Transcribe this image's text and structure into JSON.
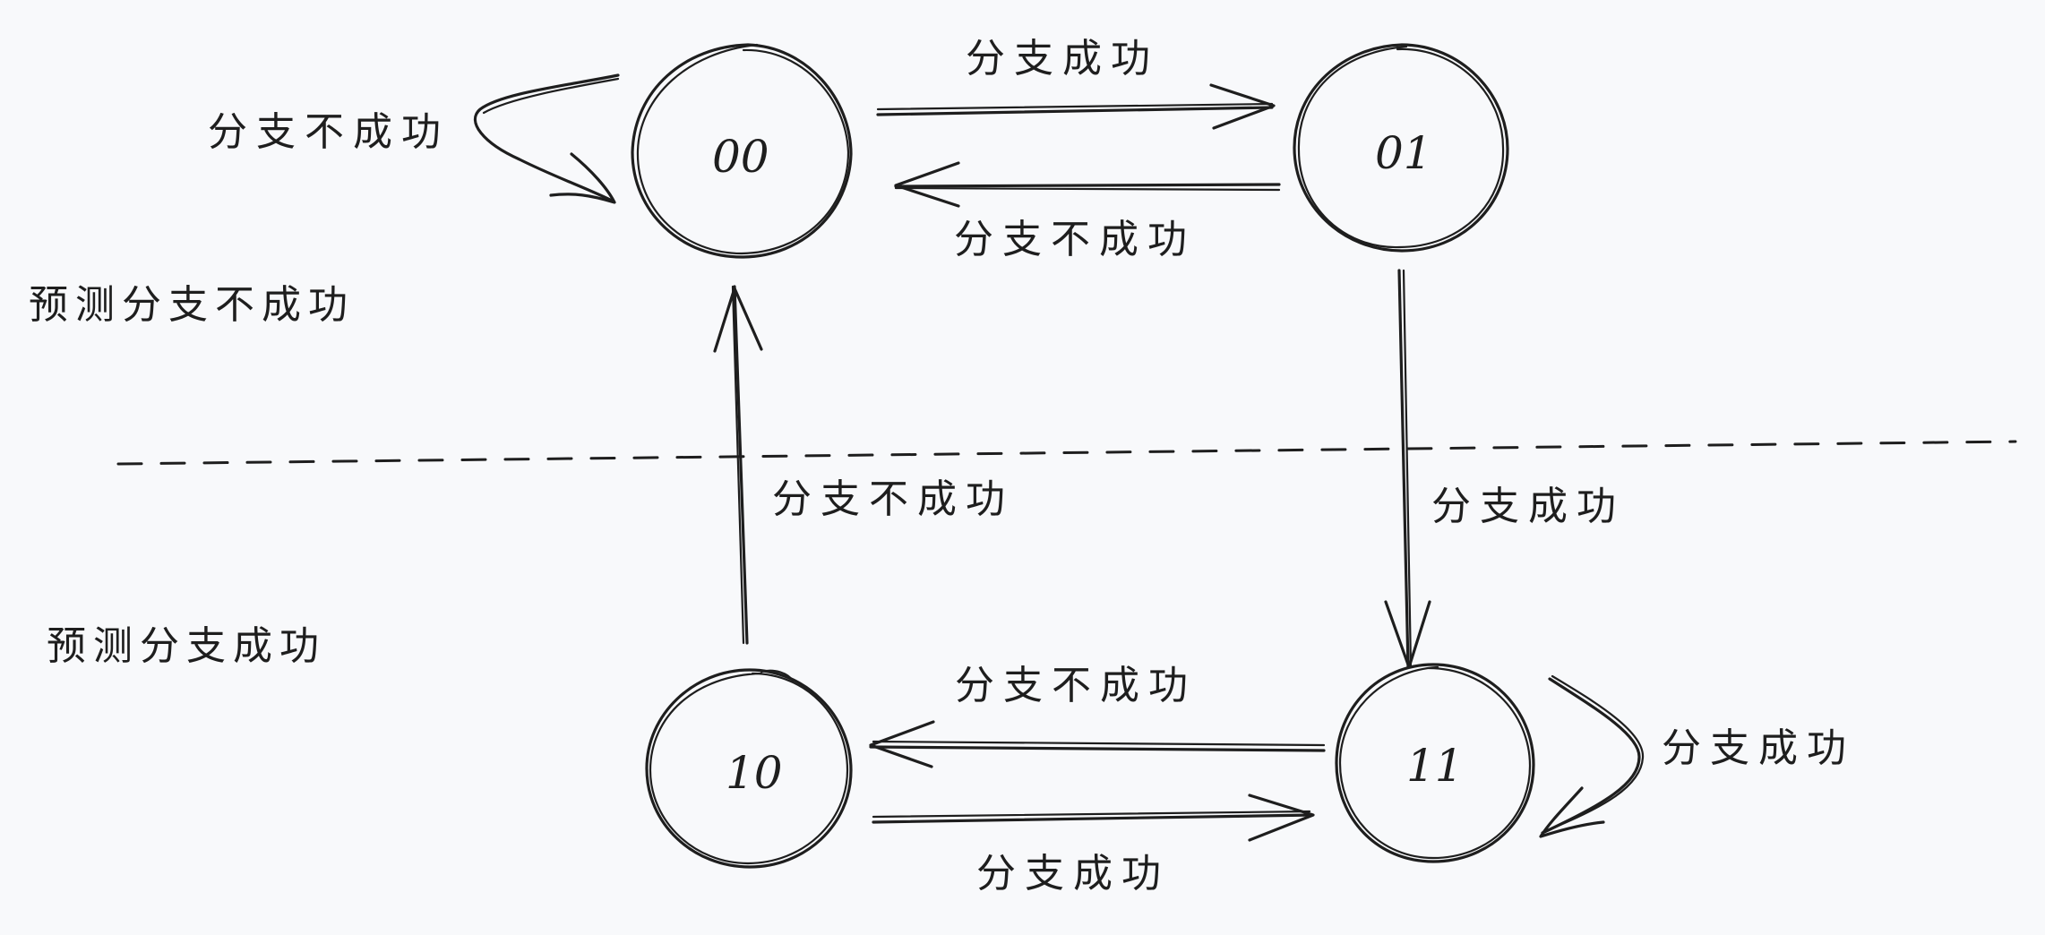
{
  "diagram": {
    "states": {
      "s00": "00",
      "s01": "01",
      "s10": "10",
      "s11": "11"
    },
    "edges": {
      "e00_01": "分支成功",
      "e01_00": "分支不成功",
      "e00_self": "分支不成功",
      "e01_11": "分支成功",
      "e10_00": "分支不成功",
      "e11_10": "分支不成功",
      "e10_11": "分支成功",
      "e11_self": "分支成功"
    },
    "regions": {
      "predict_not_taken": "预测分支不成功",
      "predict_taken": "预测分支成功"
    }
  }
}
